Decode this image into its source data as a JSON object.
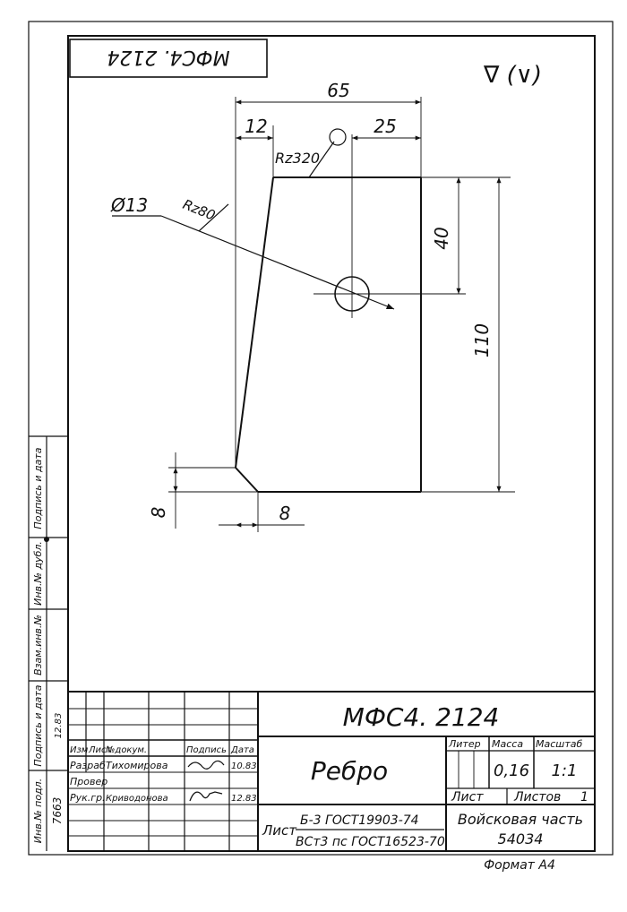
{
  "drawing": {
    "code_mirrored": "МФС4. 2124",
    "roughness_mark": "∇ (∨)",
    "roughness_small_1": "Rz320",
    "roughness_small_2": "Rz80",
    "hole_diameter": "Ø13",
    "dim_total_width": "65",
    "dim_left_offset": "12",
    "dim_hole_right": "25",
    "dim_hole_top": "40",
    "dim_height": "110",
    "dim_chamfer_v": "8",
    "dim_chamfer_h": "8"
  },
  "side_stamp": {
    "field_1": "Инв.№ подл.",
    "field_2": "Подпись и дата",
    "field_3": "Взам.инв.№",
    "field_4": "Инв.№ дубл.",
    "field_5": "Подпись и дата",
    "inv_number": "7663",
    "sig_date": "12.83"
  },
  "title_block": {
    "designation": "МФС4. 2124",
    "part_name": "Ребро",
    "hdr_izm": "Изм",
    "hdr_list": "Лист",
    "hdr_doc": "№докум.",
    "hdr_sign": "Подпись",
    "hdr_date": "Дата",
    "role_dev": "Разраб",
    "role_check": "Провер",
    "role_head": "Рук.гр.",
    "name_dev": "Тихомирова",
    "name_head": "Криводонова",
    "date_dev": "10.83",
    "date_head": "12.83",
    "hdr_lit": "Литер",
    "hdr_mass": "Масса",
    "hdr_scale": "Масштаб",
    "mass": "0,16",
    "scale": "1:1",
    "sheet_label": "Лист",
    "sheets_label": "Листов",
    "sheets_count": "1",
    "material_prefix": "Лист",
    "material_line1": "Б-3 ГОСТ19903-74",
    "material_line2": "ВСт3 пс ГОСТ16523-70",
    "org_line1": "Войсковая часть",
    "org_line2": "54034",
    "format": "Формат А4"
  }
}
